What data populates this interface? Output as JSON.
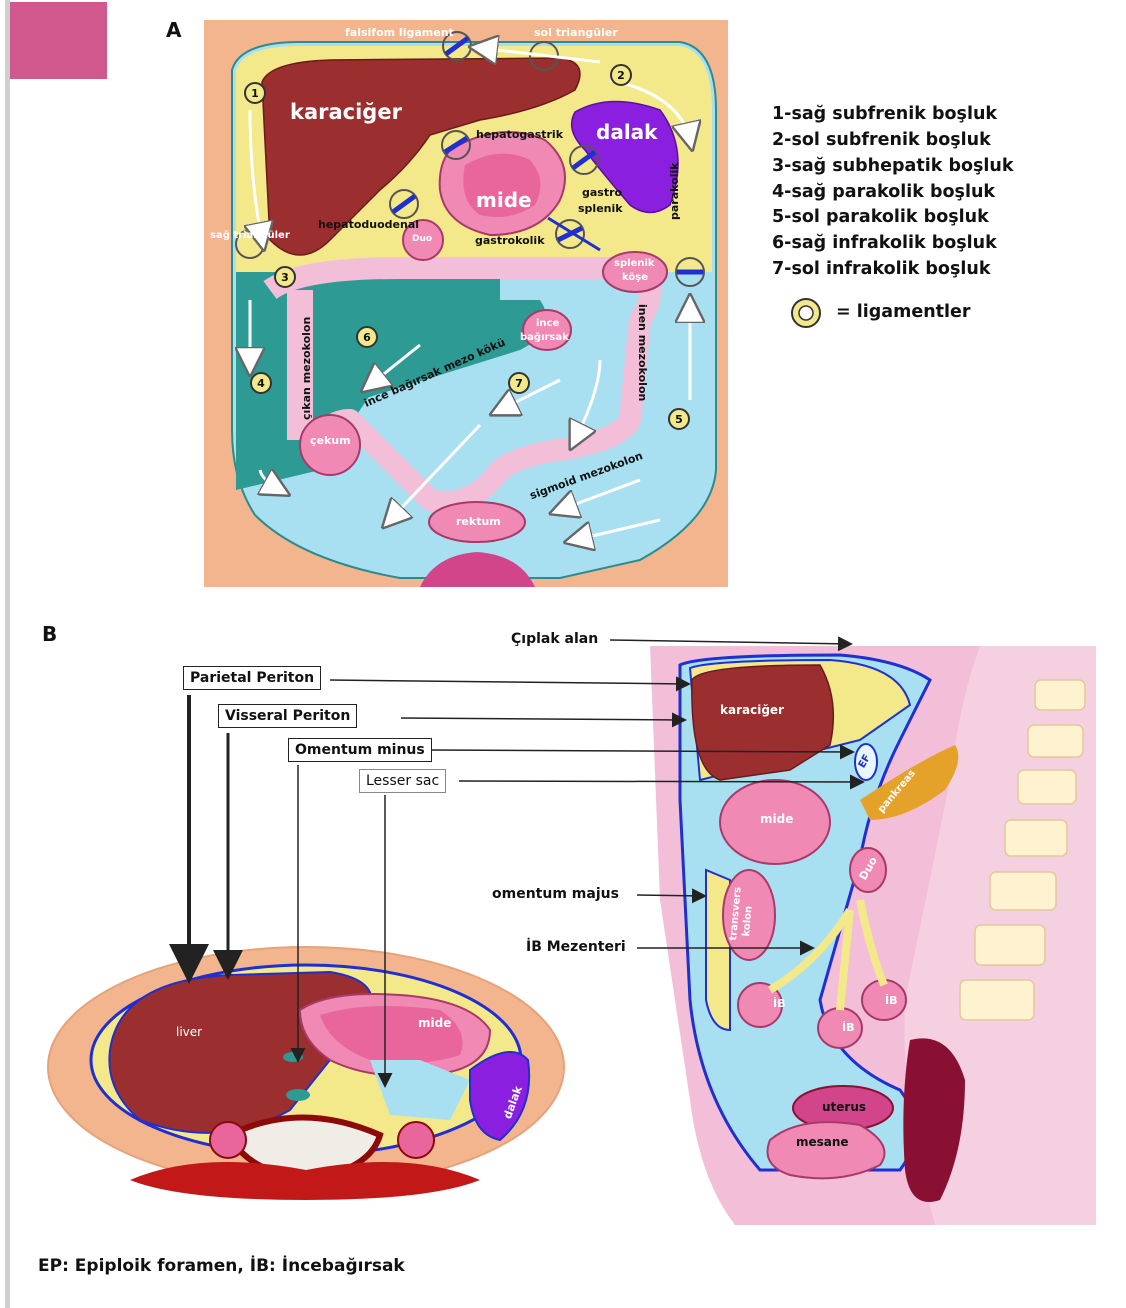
{
  "panel_a": {
    "letter": "A",
    "labels": {
      "karaciger": "karaciğer",
      "dalak": "dalak",
      "mide": "mide",
      "falsiform": "falsifom ligament",
      "sol_triang": "sol triangüler",
      "sag_triang": "sağ triangüler",
      "hepatogastrik": "hepatogastrik",
      "hepatoduodenal": "hepatoduodenal",
      "duo": "Duo",
      "gastrokolik": "gastrokolik",
      "gastrosplenik_1": "gastro",
      "gastrosplenik_2": "splenik",
      "splenik_kose_1": "splenik",
      "splenik_kose_2": "köşe",
      "parakolik": "parakolik",
      "ince_1": "ince",
      "ince_2": "bağırsak",
      "mezo_koku": "ince bağırsak mezo kökü",
      "cikan": "çıkan mezokolon",
      "inen": "inen mezokolon",
      "cekum": "çekum",
      "sigmoid": "sigmoid mezokolon",
      "rektum": "rektum"
    },
    "numbers": [
      "1",
      "2",
      "3",
      "4",
      "5",
      "6",
      "7"
    ]
  },
  "legend": {
    "items": [
      "1-sağ subfrenik boşluk",
      "2-sol subfrenik boşluk",
      "3-sağ subhepatik boşluk",
      "4-sağ parakolik boşluk",
      "5-sol parakolik boşluk",
      "6-sağ infrakolik boşluk",
      "7-sol infrakolik boşluk"
    ],
    "ligament_symbol_label": "= ligamentler"
  },
  "panel_b": {
    "letter": "B",
    "callouts": {
      "parietal": "Parietal Periton",
      "visseral": "Visseral Periton",
      "omentum_minus": "Omentum minus",
      "lesser_sac": "Lesser sac"
    },
    "sagittal_labels": {
      "ciplak_alan": "Çıplak alan",
      "omentum_majus": "omentum majus",
      "ib_mezenteri": "İB Mezenteri",
      "karaciger": "karaciğer",
      "ef": "EF",
      "pankreas": "pankreas",
      "mide": "mide",
      "duo": "Duo",
      "transvers_kolon_1": "transvers",
      "transvers_kolon_2": "kolon",
      "ib": "İB",
      "uterus": "uterus",
      "mesane": "mesane"
    },
    "axial_labels": {
      "liver": "liver",
      "mide": "mide",
      "dalak": "dalak"
    }
  },
  "footnote": "EP: Epiploik foramen, İB: İncebağırsak",
  "colors": {
    "accent_pink": "#d1588c",
    "liver": "#9b2f2f",
    "spleen": "#8a1fe0",
    "peritoneum_yellow": "#f3e88a",
    "cavity_blue": "#9fdcf0",
    "teal": "#2e9a94",
    "mesentery_pink": "#f3bfd8",
    "ligament_blue": "#1f2fd0"
  }
}
